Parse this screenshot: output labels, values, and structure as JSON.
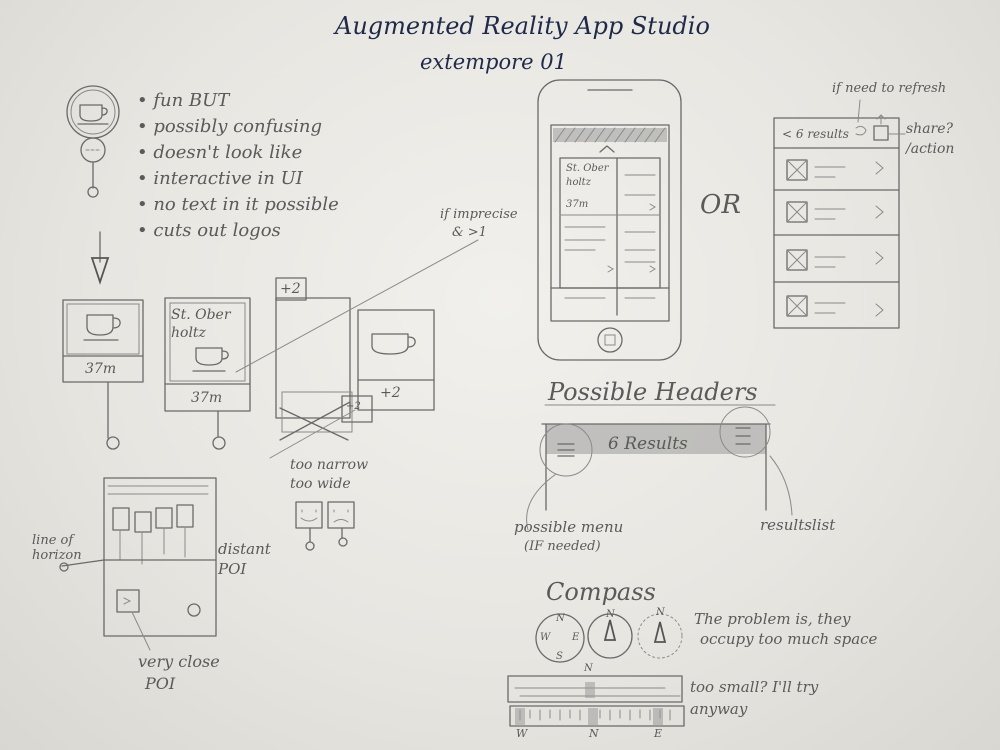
{
  "title": "Augmented Reality App Studio",
  "subtitle": "extempore 01",
  "left_notes": [
    "• fun BUT",
    "• possibly confusing",
    "• doesn't look like",
    "• interactive in UI",
    "• no text in it possible",
    "• cuts out logos"
  ],
  "poi_card_1": {
    "distance": "37m"
  },
  "poi_card_2": {
    "name_line1": "St. Ober",
    "name_line2": "holtz",
    "distance": "37m"
  },
  "cluster": {
    "badge_top": "+2",
    "badge_bottom": "+2",
    "badge_small": "+2"
  },
  "imprecise_note": {
    "line1": "if imprecise",
    "line2": "& >1"
  },
  "size_note": {
    "line1": "too narrow",
    "line2": "too wide"
  },
  "horizon_label": {
    "line1": "line of",
    "line2": "horizon"
  },
  "distant_label": {
    "line1": "distant",
    "line2": "POI"
  },
  "close_label": {
    "line1": "very close",
    "line2": "POI"
  },
  "phone": {
    "poi_name_line1": "St. Ober",
    "poi_name_line2": "holtz",
    "poi_distance": "37m"
  },
  "or_label": "OR",
  "refresh_note": "if need to refresh",
  "list_header": "< 6 results",
  "share_note": {
    "line1": "share?",
    "line2": "/action"
  },
  "headers_title": "Possible Headers",
  "header_results": "6 Results",
  "menu_note": {
    "line1": "possible menu",
    "line2": "(IF needed)"
  },
  "resultlist_note": "resultslist",
  "compass_title": "Compass",
  "compass_dirs": {
    "n": "N",
    "s": "S",
    "e": "E",
    "w": "W"
  },
  "compass_note": {
    "line1": "The problem is, they",
    "line2": "occupy too much space"
  },
  "strip_note": {
    "line1": "too small? I'll try",
    "line2": "anyway"
  },
  "strip_labels": {
    "n_top": "N",
    "w": "W",
    "n": "N",
    "e": "E"
  },
  "colors": {
    "paper": "#edebe6",
    "pencil": "#6a6a6a",
    "ink": "#1f2a4a"
  }
}
